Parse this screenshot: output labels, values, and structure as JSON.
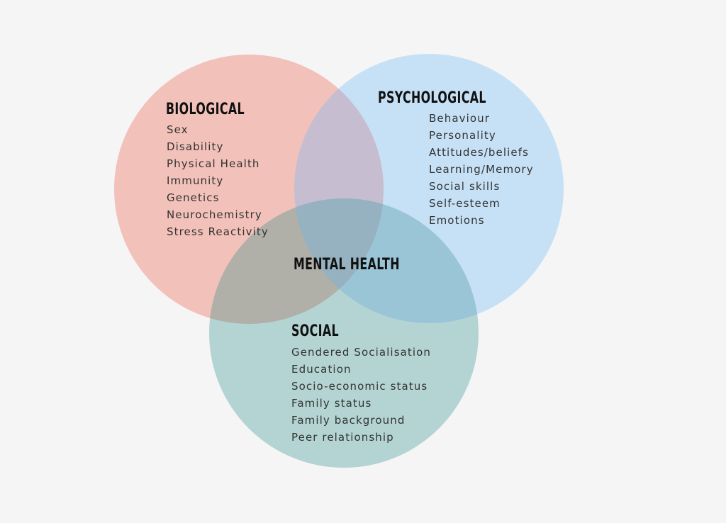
{
  "diagram": {
    "type": "venn",
    "center_label": "MENTAL HEALTH",
    "sets": [
      {
        "key": "biological",
        "title": "BIOLOGICAL",
        "color": "#f2c1b9",
        "items": [
          "Sex",
          "Disability",
          "Physical Health",
          "Immunity",
          "Genetics",
          "Neurochemistry",
          "Stress Reactivity"
        ]
      },
      {
        "key": "psychological",
        "title": "PSYCHOLOGICAL",
        "color": "#c6e1f6",
        "items": [
          "Behaviour",
          "Personality",
          "Attitudes/beliefs",
          "Learning/Memory",
          "Social skills",
          "Self-esteem",
          "Emotions"
        ]
      },
      {
        "key": "social",
        "title": "SOCIAL",
        "color": "#b4d4d4",
        "items": [
          "Gendered Socialisation",
          "Education",
          "Socio-economic status",
          "Family status",
          "Family background",
          "Peer relationship"
        ]
      }
    ],
    "overlap_colors": {
      "biological_psychological": "#c6bdd0",
      "biological_social": "#b0afa8",
      "psychological_social": "#99c5d6",
      "all": "#96b1bf"
    },
    "background": "#f5f5f5"
  }
}
